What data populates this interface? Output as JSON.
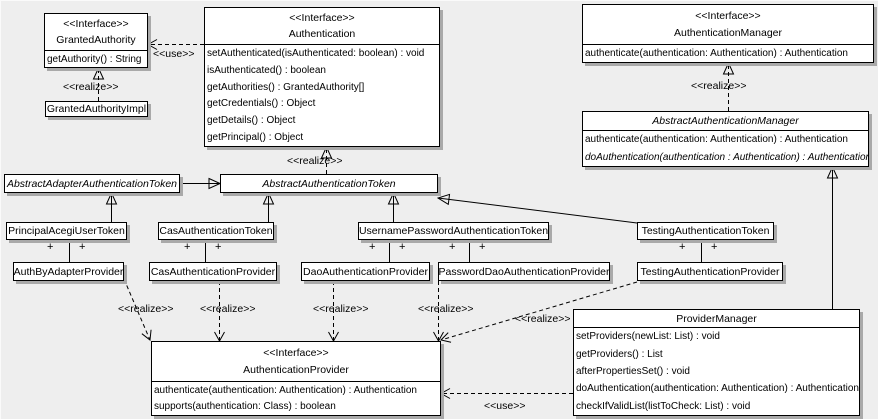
{
  "colors": {
    "background": "#eeeeee",
    "box_fill": "#ffffff",
    "box_border": "#000000",
    "shadow": "#a9a9a9"
  },
  "labels": {
    "use": "<<use>>",
    "realize": "<<realize>>",
    "plus": "+"
  },
  "classes": {
    "granted_authority": {
      "stereotype": "<<Interface>>",
      "name": "GrantedAuthority",
      "methods": [
        "getAuthority() : String"
      ]
    },
    "granted_authority_impl": {
      "name": "GrantedAuthorityImpl"
    },
    "authentication": {
      "stereotype": "<<Interface>>",
      "name": "Authentication",
      "methods": [
        "setAuthenticated(isAuthenticated: boolean) : void",
        "isAuthenticated() : boolean",
        "getAuthorities() : GrantedAuthority[]",
        "getCredentials() : Object",
        "getDetails() : Object",
        "getPrincipal() : Object"
      ]
    },
    "authentication_manager": {
      "stereotype": "<<Interface>>",
      "name": "AuthenticationManager",
      "methods": [
        "authenticate(authentication: Authentication) : Authentication"
      ]
    },
    "abstract_authentication_manager": {
      "name": "AbstractAuthenticationManager",
      "abstract": true,
      "methods": [
        "authenticate(authentication: Authentication) : Authentication",
        "doAuthentication(authentication : Authentication) : Authentication"
      ]
    },
    "abstract_adapter_authentication_token": {
      "name": "AbstractAdapterAuthenticationToken",
      "abstract": true
    },
    "abstract_authentication_token": {
      "name": "AbstractAuthenticationToken",
      "abstract": true
    },
    "principal_acegi_user_token": {
      "name": "PrincipalAcegiUserToken"
    },
    "cas_authentication_token": {
      "name": "CasAuthenticationToken"
    },
    "username_password_authentication_token": {
      "name": "UsernamePasswordAuthenticationToken"
    },
    "testing_authentication_token": {
      "name": "TestingAuthenticationToken"
    },
    "auth_by_adapter_provider": {
      "name": "AuthByAdapterProvider"
    },
    "cas_authentication_provider": {
      "name": "CasAuthenticationProvider"
    },
    "dao_authentication_provider": {
      "name": "DaoAuthenticationProvider"
    },
    "password_dao_authentication_provider": {
      "name": "PasswordDaoAuthenticationProvider"
    },
    "testing_authentication_provider": {
      "name": "TestingAuthenticationProvider"
    },
    "provider_manager": {
      "name": "ProviderManager",
      "methods": [
        "setProviders(newList: List) : void",
        "getProviders() : List",
        "afterPropertiesSet() : void",
        "doAuthentication(authentication: Authentication) : Authentication",
        "checkIfValidList(listToCheck: List) : void"
      ]
    },
    "authentication_provider": {
      "stereotype": "<<Interface>>",
      "name": "AuthenticationProvider",
      "methods": [
        "authenticate(authentication: Authentication) : Authentication",
        "supports(authentication: Class) : boolean"
      ]
    }
  },
  "edges": [
    {
      "from": "Authentication",
      "to": "GrantedAuthority",
      "type": "use"
    },
    {
      "from": "GrantedAuthorityImpl",
      "to": "GrantedAuthority",
      "type": "realize"
    },
    {
      "from": "AbstractAuthenticationToken",
      "to": "Authentication",
      "type": "realize"
    },
    {
      "from": "AbstractAuthenticationManager",
      "to": "AuthenticationManager",
      "type": "realize"
    },
    {
      "from": "AbstractAdapterAuthenticationToken",
      "to": "AbstractAuthenticationToken",
      "type": "generalization"
    },
    {
      "from": "PrincipalAcegiUserToken",
      "to": "AbstractAdapterAuthenticationToken",
      "type": "generalization"
    },
    {
      "from": "CasAuthenticationToken",
      "to": "AbstractAuthenticationToken",
      "type": "generalization"
    },
    {
      "from": "UsernamePasswordAuthenticationToken",
      "to": "AbstractAuthenticationToken",
      "type": "generalization"
    },
    {
      "from": "TestingAuthenticationToken",
      "to": "AbstractAuthenticationToken",
      "type": "generalization"
    },
    {
      "from": "ProviderManager",
      "to": "AbstractAuthenticationManager",
      "type": "generalization"
    },
    {
      "from": "PrincipalAcegiUserToken",
      "to": "AuthByAdapterProvider",
      "type": "association"
    },
    {
      "from": "CasAuthenticationToken",
      "to": "CasAuthenticationProvider",
      "type": "association"
    },
    {
      "from": "UsernamePasswordAuthenticationToken",
      "to": "DaoAuthenticationProvider",
      "type": "association"
    },
    {
      "from": "UsernamePasswordAuthenticationToken",
      "to": "PasswordDaoAuthenticationProvider",
      "type": "association"
    },
    {
      "from": "TestingAuthenticationToken",
      "to": "TestingAuthenticationProvider",
      "type": "association"
    },
    {
      "from": "AuthByAdapterProvider",
      "to": "AuthenticationProvider",
      "type": "realize"
    },
    {
      "from": "CasAuthenticationProvider",
      "to": "AuthenticationProvider",
      "type": "realize"
    },
    {
      "from": "DaoAuthenticationProvider",
      "to": "AuthenticationProvider",
      "type": "realize"
    },
    {
      "from": "PasswordDaoAuthenticationProvider",
      "to": "AuthenticationProvider",
      "type": "realize"
    },
    {
      "from": "TestingAuthenticationProvider",
      "to": "AuthenticationProvider",
      "type": "realize"
    },
    {
      "from": "ProviderManager",
      "to": "AuthenticationProvider",
      "type": "use"
    }
  ]
}
